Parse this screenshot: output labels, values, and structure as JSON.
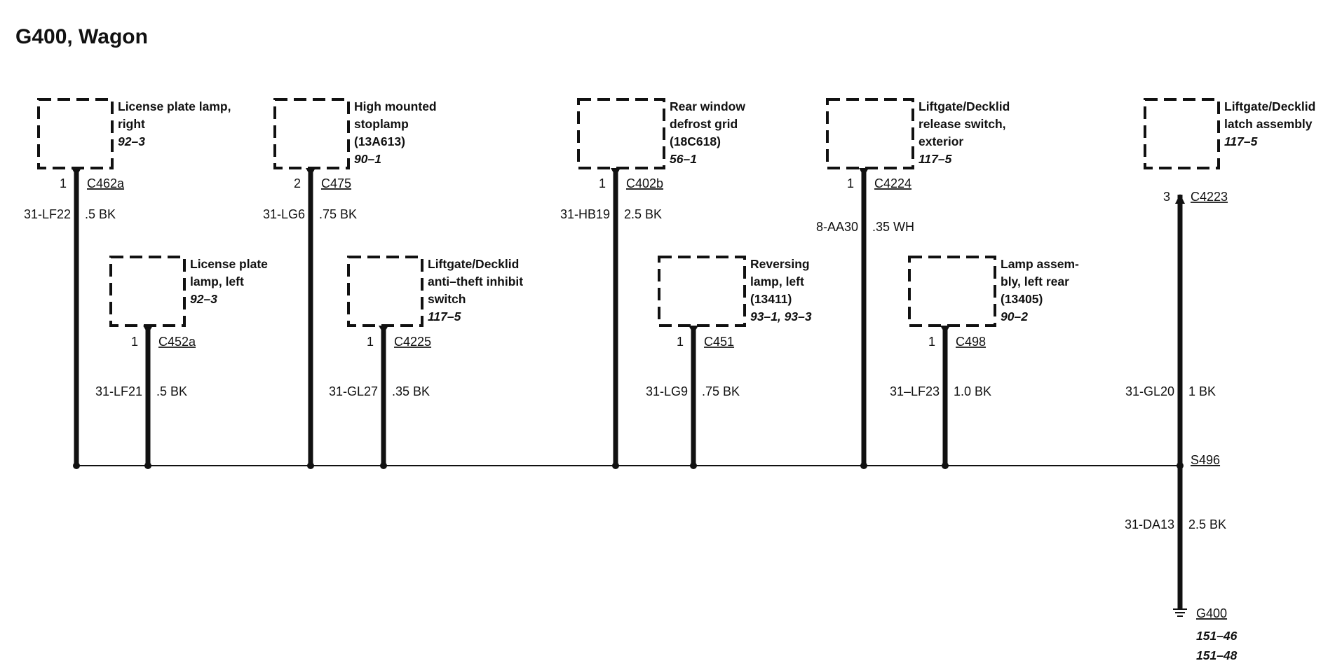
{
  "title": "G400, Wagon",
  "components": [
    {
      "id": "lp_right",
      "lines": [
        "License plate lamp,",
        "right"
      ],
      "ref": "92–3",
      "pin": "1",
      "connector": "C462a",
      "circuit": "31-LF22",
      "wire": ".5 BK"
    },
    {
      "id": "lp_left",
      "lines": [
        "License plate",
        "lamp, left"
      ],
      "ref": "92–3",
      "pin": "1",
      "connector": "C452a",
      "circuit": "31-LF21",
      "wire": ".5 BK"
    },
    {
      "id": "hm_stop",
      "lines": [
        "High mounted",
        "stoplamp",
        "(13A613)"
      ],
      "ref": "90–1",
      "pin": "2",
      "connector": "C475",
      "circuit": "31-LG6",
      "wire": ".75 BK"
    },
    {
      "id": "antitheft",
      "lines": [
        "Liftgate/Decklid",
        "anti–theft inhibit",
        "switch"
      ],
      "ref": "117–5",
      "pin": "1",
      "connector": "C4225",
      "circuit": "31-GL27",
      "wire": ".35 BK"
    },
    {
      "id": "defrost",
      "lines": [
        "Rear window",
        "defrost grid",
        "(18C618)"
      ],
      "ref": "56–1",
      "pin": "1",
      "connector": "C402b",
      "circuit": "31-HB19",
      "wire": "2.5 BK"
    },
    {
      "id": "reversing",
      "lines": [
        "Reversing",
        "lamp, left",
        "(13411)"
      ],
      "ref": "93–1, 93–3",
      "pin": "1",
      "connector": "C451",
      "circuit": "31-LG9",
      "wire": ".75 BK"
    },
    {
      "id": "release",
      "lines": [
        "Liftgate/Decklid",
        "release switch,",
        "exterior"
      ],
      "ref": "117–5",
      "pin": "1",
      "connector": "C4224",
      "circuit": "8-AA30",
      "wire": ".35 WH"
    },
    {
      "id": "lamp_rear",
      "lines": [
        "Lamp assem-",
        "bly, left rear",
        "(13405)"
      ],
      "ref": "90–2",
      "pin": "1",
      "connector": "C498",
      "circuit": "31–LF23",
      "wire": "1.0 BK"
    },
    {
      "id": "latch",
      "lines": [
        "Liftgate/Decklid",
        "latch assembly"
      ],
      "ref": "117–5",
      "pin": "3",
      "connector": "C4223",
      "circuit": "31-GL20",
      "wire": "1 BK"
    }
  ],
  "splice": "S496",
  "ground": {
    "circuit": "31-DA13",
    "wire": "2.5 BK",
    "label": "G400",
    "refs": [
      "151–46",
      "151–48"
    ]
  }
}
